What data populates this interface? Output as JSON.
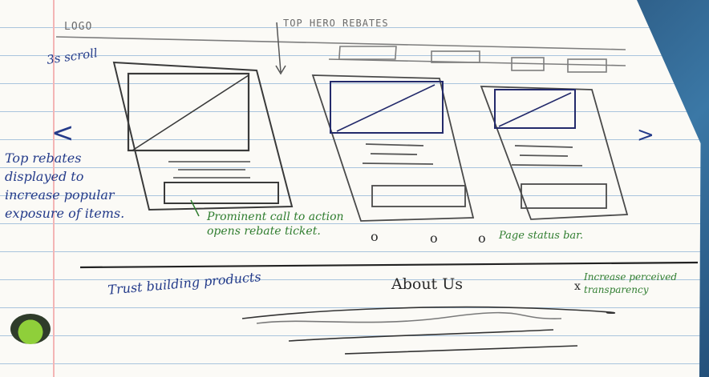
{
  "header": {
    "logo": "LOGO",
    "banner_label": "TOP HERO REBATES"
  },
  "left_notes": {
    "scroll_note": "3s scroll",
    "rebates_note": "Top rebates displayed to increase popular exposure of items."
  },
  "carousel": {
    "prev_arrow": "<",
    "next_arrow": ">",
    "cta_note": "Prominent call to action opens rebate ticket.",
    "pager_dots": [
      "o",
      "o",
      "o"
    ],
    "pager_note": "Page status bar."
  },
  "footer": {
    "trust_note": "Trust building products",
    "about_heading": "About Us",
    "transparency_note": "Increase perceived transparency",
    "x_mark": "x"
  },
  "colors": {
    "paper": "#fbfaf6",
    "rule_line": "#a9c4dd",
    "margin_line": "#f3b5b5",
    "blue_ink": "#243b8a",
    "green_ink": "#2f7d2f",
    "dark_ink": "#2a2a2a"
  }
}
